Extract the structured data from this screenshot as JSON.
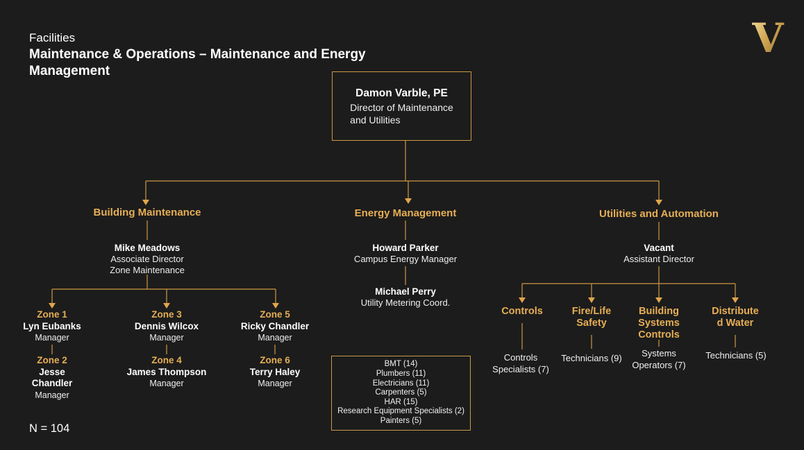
{
  "slide": {
    "eyebrow": "Facilities",
    "title": "Maintenance & Operations – Maintenance and Energy\nManagement",
    "footnote": "N = 104",
    "logo_glyph": "V"
  },
  "colors": {
    "background": "#1c1c1c",
    "gold_text": "#e6ae55",
    "gold_line": "#cd9944",
    "text": "#ffffff"
  },
  "director": {
    "name": "Damon Varble, PE",
    "title": "Director of Maintenance\nand Utilities"
  },
  "branches": {
    "building_maintenance": {
      "label": "Building Maintenance",
      "manager": {
        "name": "Mike Meadows",
        "title": "Associate Director\nZone Maintenance"
      },
      "zone_columns": [
        {
          "top": {
            "zone": "Zone 1",
            "name": "Lyn Eubanks",
            "title": "Manager"
          },
          "bottom": {
            "zone": "Zone 2",
            "name": "Jesse\nChandler",
            "title": "Manager"
          }
        },
        {
          "top": {
            "zone": "Zone 3",
            "name": "Dennis Wilcox",
            "title": "Manager"
          },
          "bottom": {
            "zone": "Zone 4",
            "name": "James Thompson",
            "title": "Manager"
          }
        },
        {
          "top": {
            "zone": "Zone 5",
            "name": "Ricky Chandler",
            "title": "Manager"
          },
          "bottom": {
            "zone": "Zone 6",
            "name": "Terry Haley",
            "title": "Manager"
          }
        }
      ]
    },
    "energy_management": {
      "label": "Energy Management",
      "staff": [
        {
          "name": "Howard Parker",
          "title": "Campus Energy Manager"
        },
        {
          "name": "Michael Perry",
          "title": "Utility Metering Coord."
        }
      ],
      "trades_box": [
        "BMT (14)",
        "Plumbers (11)",
        "Electricians (11)",
        "Carpenters (5)",
        "HAR (15)",
        "Research Equipment Specialists (2)",
        "Painters (5)"
      ]
    },
    "utilities_automation": {
      "label": "Utilities and Automation",
      "manager": {
        "name": "Vacant",
        "title": "Assistant Director"
      },
      "teams": [
        {
          "label": "Controls",
          "staff": "Controls\nSpecialists (7)"
        },
        {
          "label": "Fire/Life\nSafety",
          "staff": "Technicians (9)"
        },
        {
          "label": "Building\nSystems\nControls",
          "staff": "Systems\nOperators (7)"
        },
        {
          "label": "Distribute\nd Water",
          "staff": "Technicians (5)"
        }
      ]
    }
  }
}
